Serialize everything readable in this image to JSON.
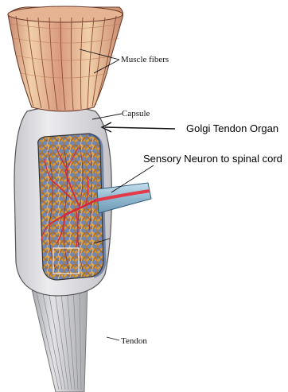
{
  "labels": {
    "muscle_fibers": "Muscle fibers",
    "capsule": "Capsule",
    "golgi_tendon_organ": "Golgi Tendon Organ",
    "sensory_neuron": "Sensory Neuron to spinal cord",
    "tendon": "Tendon"
  },
  "colors": {
    "muscle_light": "#f1cfa8",
    "muscle_dark": "#c98a70",
    "capsule_gray": "#d9d9dd",
    "collagen_gold": "#c8913a",
    "collagen_blue": "#6f86b6",
    "nerve_red": "#d8283a",
    "nerve_sheath_blue": "#9cc3d8",
    "tendon_gray": "#bfc0c4"
  }
}
